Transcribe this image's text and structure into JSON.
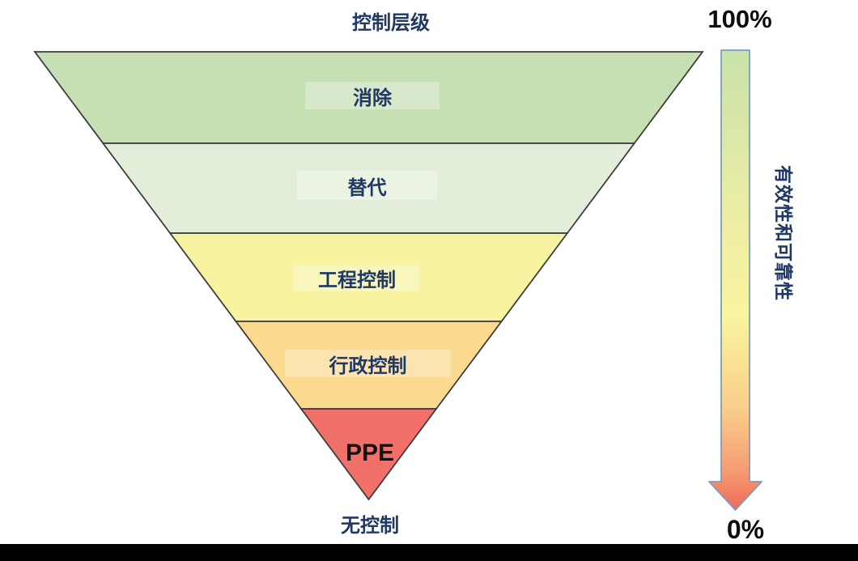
{
  "title": "控制层级",
  "pyramid": {
    "levels": [
      {
        "label": "消除",
        "color": "#c6e0b4"
      },
      {
        "label": "替代",
        "color": "#e2eeda"
      },
      {
        "label": "工程控制",
        "color": "#f7f3a1"
      },
      {
        "label": "行政控制",
        "color": "#fbd98f"
      },
      {
        "label": "PPE",
        "color": "#f1706a"
      }
    ],
    "bottom_label": "无控制"
  },
  "effectiveness_axis": {
    "top_value": "100%",
    "bottom_value": "0%",
    "axis_title": "有效性和可靠性",
    "gradient_top_color": "#c9e2ab",
    "gradient_mid_color": "#f7f3a2",
    "gradient_bottom_color": "#f1685a",
    "arrow_border_color": "#7b9cc7"
  }
}
